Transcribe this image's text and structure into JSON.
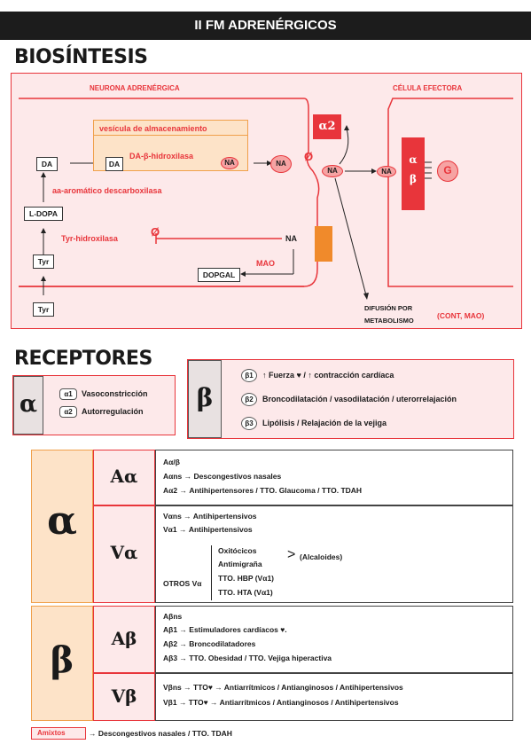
{
  "header": {
    "title": "II FM ADRENÉRGICOS"
  },
  "biosintesis": {
    "title": "BIOSÍNTESIS",
    "neurona": "NEURONA ADRENÉRGICA",
    "celula": "CÉLULA EFECTORA",
    "vesicula": "vesícula de almacenamiento",
    "da_beta": "DA-β-hidroxilasa",
    "na": "NA",
    "da": "DA",
    "aa_desc": "aa-aromático descarboxilasa",
    "ldopa": "L-DOPA",
    "tyr_hidrox": "Tyr-hidroxilasa",
    "tyr": "Tyr",
    "mao": "MAO",
    "dopgal": "DOPGAL",
    "alpha2": "α2",
    "alpha": "α",
    "beta": "β",
    "g": "G",
    "null_sym": "Ø",
    "difusion": "DIFUSIÓN POR METABOLISMO",
    "cont_mao": "(CONT, MAO)"
  },
  "receptores": {
    "title": "RECEPTORES",
    "alpha": {
      "symbol": "α",
      "items": [
        {
          "sub": "α1",
          "text": "Vasoconstricción"
        },
        {
          "sub": "α2",
          "text": "Autorregulación"
        }
      ]
    },
    "beta": {
      "symbol": "β",
      "items": [
        {
          "sub": "β1",
          "text": "↑ Fuerza ♥ / ↑ contracción cardíaca"
        },
        {
          "sub": "β2",
          "text": "Broncodilatación / vasodilatación / uterorrelajación"
        },
        {
          "sub": "β3",
          "text": "Lipólisis / Relajación de la vejiga"
        }
      ]
    }
  },
  "tabla": {
    "alpha_symbol": "α",
    "beta_symbol": "β",
    "a_alpha": {
      "label": "Aα",
      "lines": [
        "Aα/β",
        "Aαns → Descongestivos nasales",
        "Aα2 → Antihipertensores / TTO. Glaucoma / TTO. TDAH"
      ]
    },
    "v_alpha": {
      "label": "Vα",
      "lines": [
        "Vαns → Antihipertensivos",
        "Vα1 → Antihipertensivos"
      ],
      "otros_label": "OTROS Vα",
      "otros": [
        "Oxitócicos",
        "Antimigraña",
        "TTO. HBP (Vα1)",
        "TTO. HTA (Vα1)"
      ],
      "alcaloides": "(Alcaloides)"
    },
    "a_beta": {
      "label": "Aβ",
      "lines": [
        "Aβns",
        "Aβ1 → Estimuladores cardíacos ♥.",
        "Aβ2 → Broncodilatadores",
        "Aβ3 → TTO. Obesidad / TTO. Vejiga hiperactiva"
      ]
    },
    "v_beta": {
      "label": "Vβ",
      "lines": [
        "Vβns → TTO♥ → Antiarrítmicos / Antianginosos / Antihipertensivos",
        "Vβ1 → TTO♥ → Antiarrítmicos / Antianginosos / Antihipertensivos"
      ]
    },
    "mixtos": {
      "label": "Amixtos",
      "text": "→ Descongestivos nasales / TTO. TDAH"
    }
  },
  "colors": {
    "accent": "#e8353b",
    "pink": "#fde9ea",
    "peach": "#fde3c8",
    "orange": "#f0a04b"
  }
}
